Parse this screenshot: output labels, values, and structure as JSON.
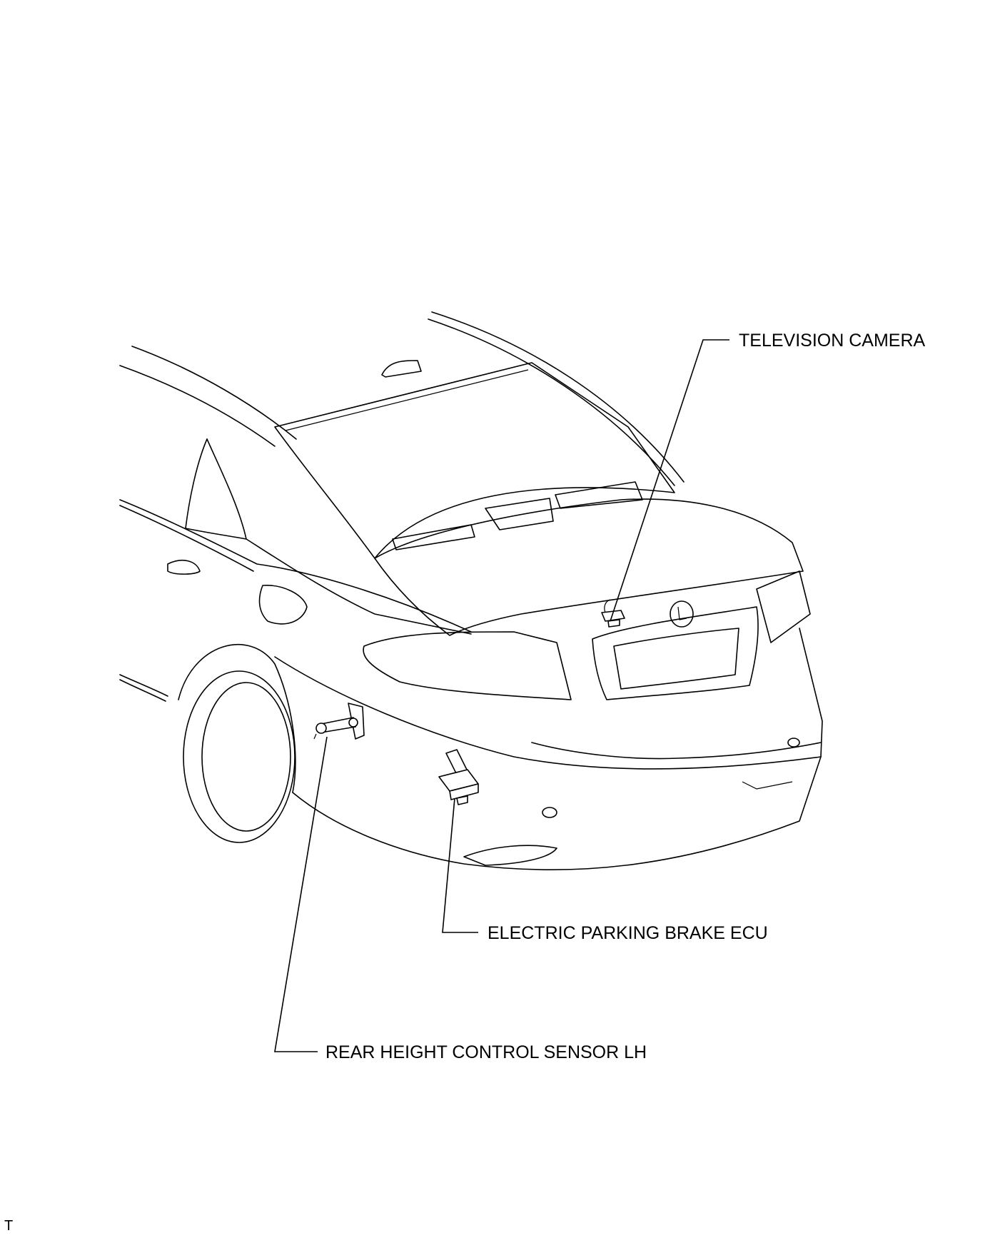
{
  "diagram": {
    "subject": "vehicle-rear-component-locations",
    "callouts": [
      {
        "id": "television-camera",
        "label": "TELEVISION CAMERA"
      },
      {
        "id": "electric-parking-brake-ecu",
        "label": "ELECTRIC PARKING BRAKE ECU"
      },
      {
        "id": "rear-height-control-sensor-lh",
        "label": "REAR HEIGHT CONTROL SENSOR LH"
      }
    ],
    "corner_mark": "T"
  },
  "colors": {
    "line": "#000000",
    "background": "#ffffff"
  }
}
